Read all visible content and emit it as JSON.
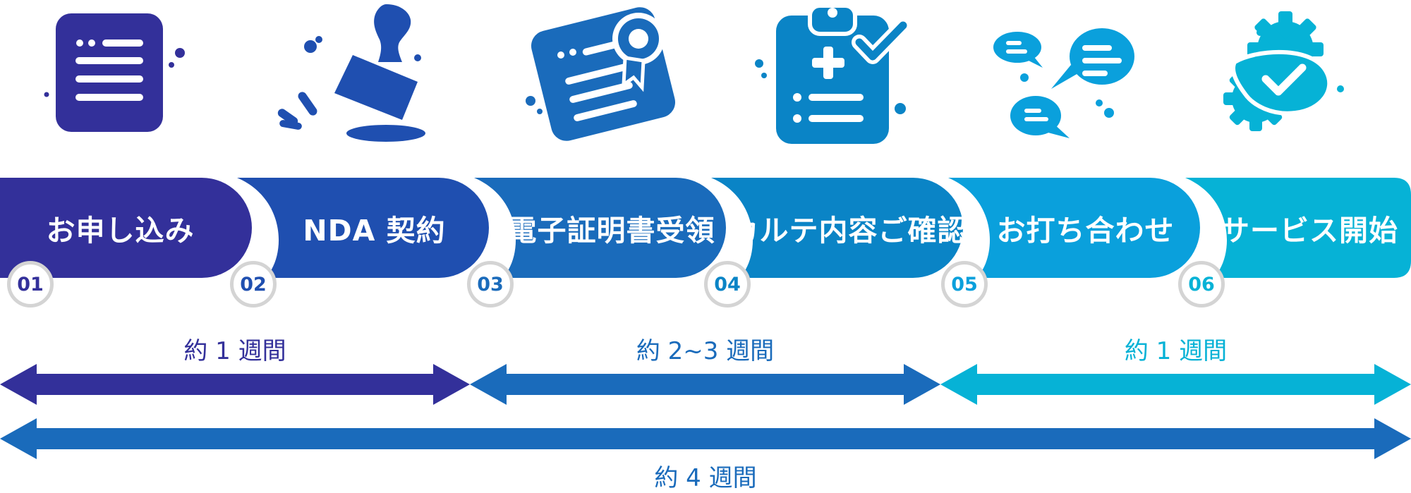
{
  "steps": [
    {
      "num": "01",
      "label": "お申し込み",
      "icon": "document-list-icon",
      "color": "#33309a"
    },
    {
      "num": "02",
      "label": "NDA 契約",
      "icon": "stamp-icon",
      "color": "#1f4fb0"
    },
    {
      "num": "03",
      "label": "電子証明書受領",
      "icon": "certificate-icon",
      "color": "#1a6bbb"
    },
    {
      "num": "04",
      "label": "カルテ内容ご確認",
      "icon": "clipboard-check-icon",
      "color": "#0a84c6"
    },
    {
      "num": "05",
      "label": "お打ち合わせ",
      "icon": "chat-bubbles-icon",
      "color": "#0aa0dc"
    },
    {
      "num": "06",
      "label": "サービス開始",
      "icon": "gear-check-icon",
      "color": "#06b2d6"
    }
  ],
  "durations": [
    {
      "label": "約 1 週間",
      "color": "#33309a"
    },
    {
      "label": "約 2~3 週間",
      "color": "#1a6bbb"
    },
    {
      "label": "約 1 週間",
      "color": "#06b2d6"
    }
  ],
  "total": {
    "label": "約 4 週間",
    "color": "#1a6bbb"
  }
}
